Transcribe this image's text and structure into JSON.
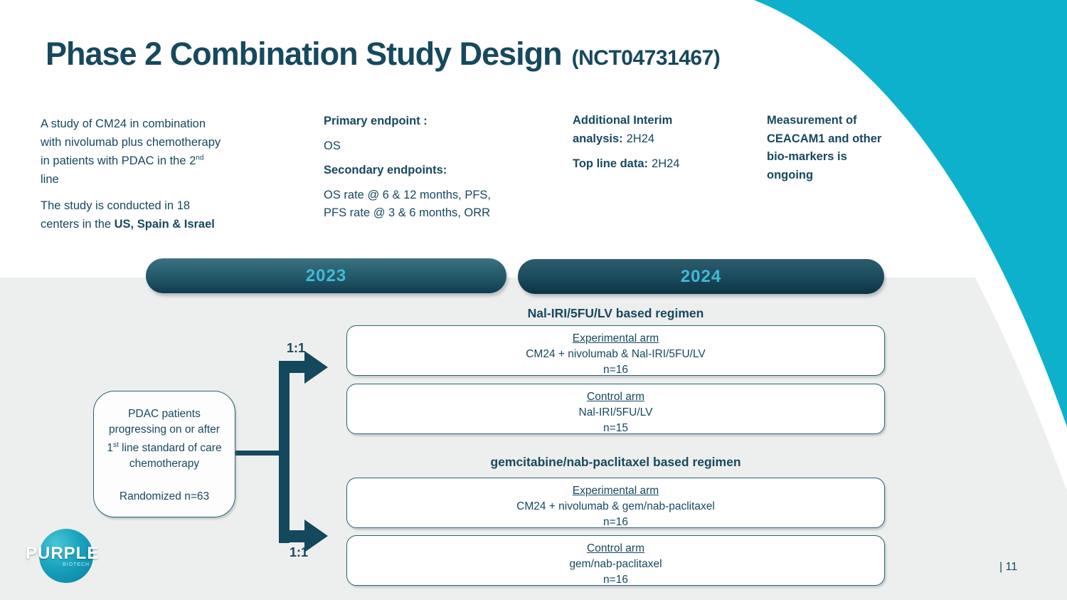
{
  "slide": {
    "title": "Phase 2 Combination Study Design",
    "title_suffix": "(NCT04731467)",
    "page_number": "| 11"
  },
  "intro": {
    "p1_before_sup": "A study of CM24 in combination with nivolumab plus chemotherapy in patients with PDAC in the 2",
    "p1_sup": "nd",
    "p1_after_sup": " line",
    "p2_regular": "The study is conducted in 18 centers in the ",
    "p2_bold": "US, Spain & Israel"
  },
  "endpoints": {
    "primary_label": "Primary endpoint :",
    "primary_value": "OS",
    "secondary_label": "Secondary endpoints:",
    "secondary_value": "OS rate @ 6 & 12 months, PFS, PFS rate @ 3 & 6 months, ORR"
  },
  "milestones": {
    "interim_label": "Additional Interim analysis:",
    "interim_value": "2H24",
    "topline_label": "Top line data:",
    "topline_value": "2H24"
  },
  "biomarkers": {
    "text": "Measurement of CEACAM1 and other bio-markers is ongoing"
  },
  "timeline": {
    "bars": [
      {
        "label": "2023"
      },
      {
        "label": "2024"
      }
    ]
  },
  "flow": {
    "patient_box": {
      "line1_before_sup": "PDAC patients progressing on or after 1",
      "line1_sup": "st",
      "line1_after_sup": " line standard of care chemotherapy",
      "line2": "Randomized n=63"
    },
    "ratio_top": "1:1",
    "ratio_bottom": "1:1",
    "regimens": [
      {
        "heading": "Nal-IRI/5FU/LV based regimen",
        "arms": [
          {
            "title": "Experimental arm",
            "line1": "CM24 + nivolumab & Nal-IRI/5FU/LV",
            "line2": "n=16"
          },
          {
            "title": "Control arm",
            "line1": "Nal-IRI/5FU/LV",
            "line2": "n=15"
          }
        ]
      },
      {
        "heading": "gemcitabine/nab-paclitaxel based regimen",
        "arms": [
          {
            "title": "Experimental arm",
            "line1": "CM24 + nivolumab & gem/nab-paclitaxel",
            "line2": "n=16"
          },
          {
            "title": "Control arm",
            "line1": "gem/nab-paclitaxel",
            "line2": "n=16"
          }
        ]
      }
    ]
  },
  "logo": {
    "brand": "PURPLE",
    "sub": "BIOTECH"
  },
  "colors": {
    "ink": "#17495E",
    "accent_teal": "#0DB1CC",
    "bar_text_cyan": "#41B9D5",
    "gray_background": "#EDEFEE",
    "bar_dark_teal": "#1A4B5D"
  }
}
